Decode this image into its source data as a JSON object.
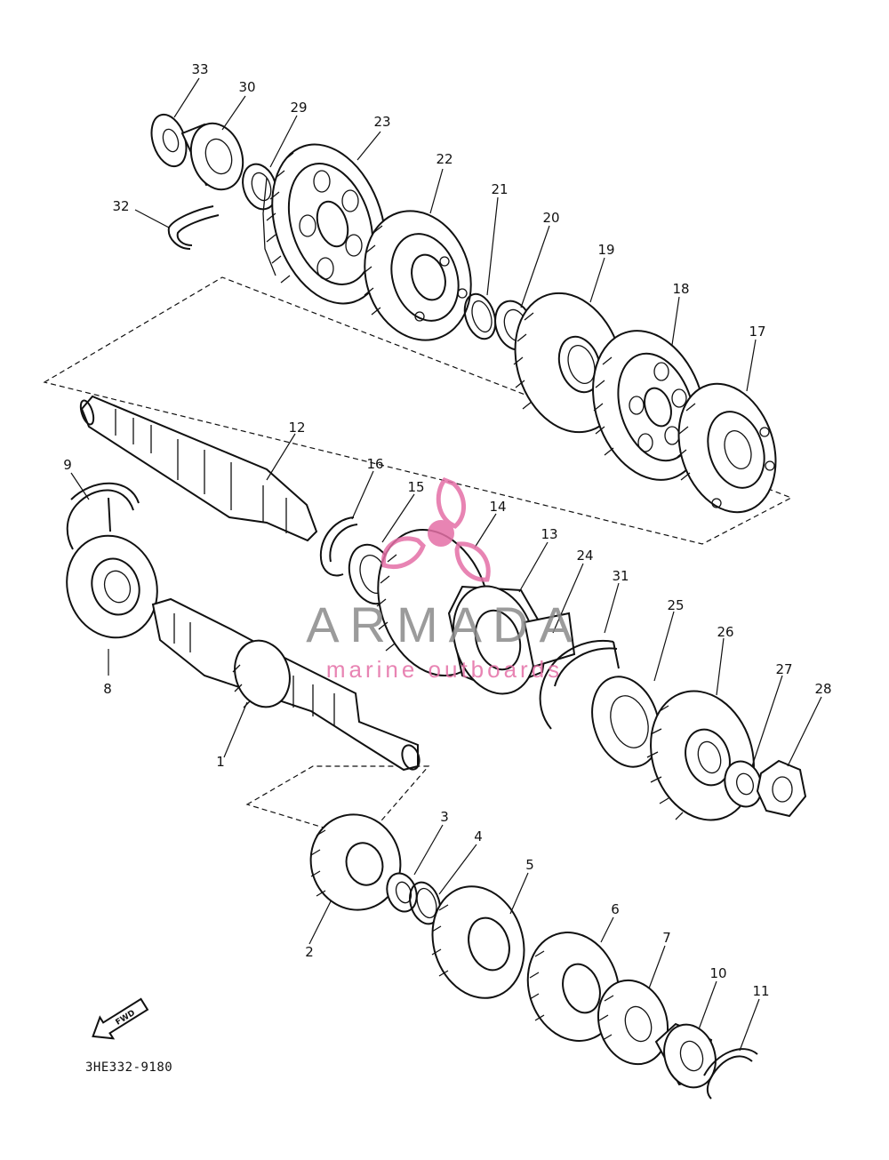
{
  "diagram": {
    "part_code": "3HE332-9180",
    "fwd_label": "FWD",
    "callouts": [
      {
        "id": "c1",
        "text": "1"
      },
      {
        "id": "c2",
        "text": "2"
      },
      {
        "id": "c3",
        "text": "3"
      },
      {
        "id": "c4",
        "text": "4"
      },
      {
        "id": "c5",
        "text": "5"
      },
      {
        "id": "c6",
        "text": "6"
      },
      {
        "id": "c7",
        "text": "7"
      },
      {
        "id": "c8",
        "text": "8"
      },
      {
        "id": "c9",
        "text": "9"
      },
      {
        "id": "c10",
        "text": "10"
      },
      {
        "id": "c11",
        "text": "11"
      },
      {
        "id": "c12",
        "text": "12"
      },
      {
        "id": "c13",
        "text": "13"
      },
      {
        "id": "c14",
        "text": "14"
      },
      {
        "id": "c15",
        "text": "15"
      },
      {
        "id": "c16",
        "text": "16"
      },
      {
        "id": "c17",
        "text": "17"
      },
      {
        "id": "c18",
        "text": "18"
      },
      {
        "id": "c19",
        "text": "19"
      },
      {
        "id": "c20",
        "text": "20"
      },
      {
        "id": "c21",
        "text": "21"
      },
      {
        "id": "c22",
        "text": "22"
      },
      {
        "id": "c23",
        "text": "23"
      },
      {
        "id": "c24",
        "text": "24"
      },
      {
        "id": "c25",
        "text": "25"
      },
      {
        "id": "c26",
        "text": "26"
      },
      {
        "id": "c27",
        "text": "27"
      },
      {
        "id": "c28",
        "text": "28"
      },
      {
        "id": "c29",
        "text": "29"
      },
      {
        "id": "c30",
        "text": "30"
      },
      {
        "id": "c31",
        "text": "31"
      },
      {
        "id": "c32",
        "text": "32"
      },
      {
        "id": "c33",
        "text": "33"
      }
    ]
  },
  "watermark": {
    "title": "ARMADA",
    "subtitle": "marine outboards",
    "color": "#e46fa6"
  }
}
